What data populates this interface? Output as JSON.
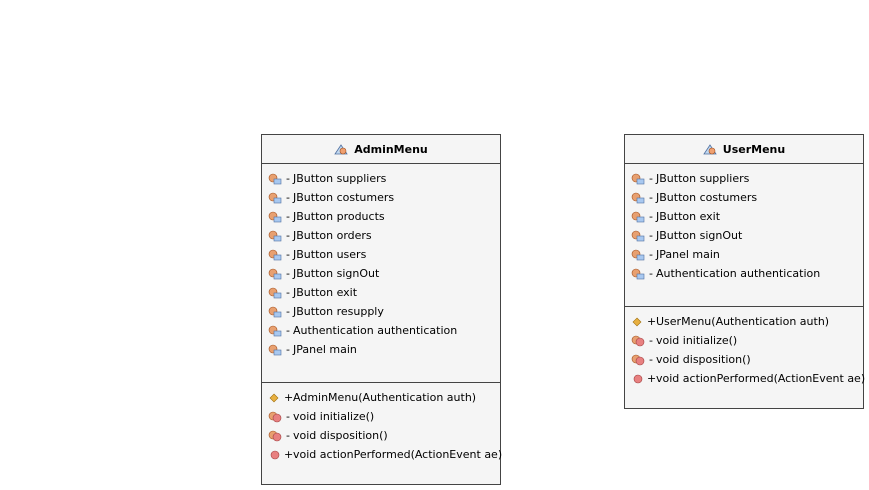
{
  "classes": [
    {
      "name": "AdminMenu",
      "icon": "class-icon",
      "fields": [
        {
          "visibility": "-",
          "text": "JButton suppliers",
          "icon": "private-field-icon"
        },
        {
          "visibility": "-",
          "text": "JButton costumers",
          "icon": "private-field-icon"
        },
        {
          "visibility": "-",
          "text": "JButton products",
          "icon": "private-field-icon"
        },
        {
          "visibility": "-",
          "text": "JButton orders",
          "icon": "private-field-icon"
        },
        {
          "visibility": "-",
          "text": "JButton users",
          "icon": "private-field-icon"
        },
        {
          "visibility": "-",
          "text": "JButton signOut",
          "icon": "private-field-icon"
        },
        {
          "visibility": "-",
          "text": "JButton exit",
          "icon": "private-field-icon"
        },
        {
          "visibility": "-",
          "text": "JButton resupply",
          "icon": "private-field-icon"
        },
        {
          "visibility": "-",
          "text": "Authentication authentication",
          "icon": "private-field-icon"
        },
        {
          "visibility": "-",
          "text": "JPanel main",
          "icon": "private-field-icon"
        }
      ],
      "methods": [
        {
          "visibility": "+",
          "text": "AdminMenu(Authentication auth)",
          "icon": "constructor-icon"
        },
        {
          "visibility": "-",
          "text": "void initialize()",
          "icon": "private-method-icon"
        },
        {
          "visibility": "-",
          "text": "void disposition()",
          "icon": "private-method-icon"
        },
        {
          "visibility": "+",
          "text": "void actionPerformed(ActionEvent ae)",
          "icon": "public-method-icon"
        }
      ]
    },
    {
      "name": "UserMenu",
      "icon": "class-icon",
      "fields": [
        {
          "visibility": "-",
          "text": "JButton suppliers",
          "icon": "private-field-icon"
        },
        {
          "visibility": "-",
          "text": "JButton costumers",
          "icon": "private-field-icon"
        },
        {
          "visibility": "-",
          "text": "JButton exit",
          "icon": "private-field-icon"
        },
        {
          "visibility": "-",
          "text": "JButton signOut",
          "icon": "private-field-icon"
        },
        {
          "visibility": "-",
          "text": "JPanel main",
          "icon": "private-field-icon"
        },
        {
          "visibility": "-",
          "text": "Authentication authentication",
          "icon": "private-field-icon"
        }
      ],
      "methods": [
        {
          "visibility": "+",
          "text": "UserMenu(Authentication auth)",
          "icon": "constructor-icon"
        },
        {
          "visibility": "-",
          "text": "void initialize()",
          "icon": "private-method-icon"
        },
        {
          "visibility": "-",
          "text": "void disposition()",
          "icon": "private-method-icon"
        },
        {
          "visibility": "+",
          "text": "void actionPerformed(ActionEvent ae)",
          "icon": "public-method-icon"
        }
      ]
    }
  ],
  "colors": {
    "border": "#444444",
    "fill": "#f5f5f5",
    "field_icon": "#e8a070",
    "method_icon": "#e88080",
    "constructor_icon": "#e8b040"
  }
}
